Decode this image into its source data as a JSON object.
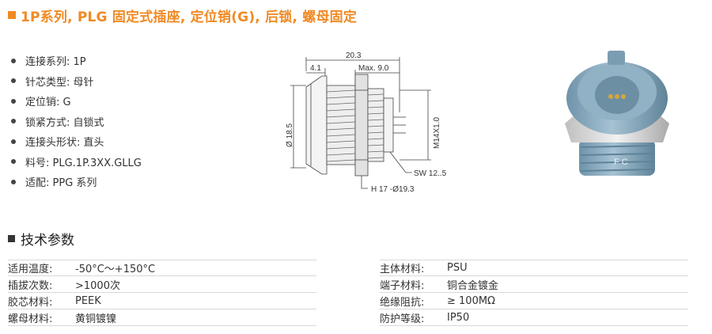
{
  "title": "1P系列, PLG 固定式插座, 定位销(G), 后锁, 螺母固定",
  "bullets": [
    "连接系列: 1P",
    "针芯类型: 母针",
    "定位销: G",
    "锁紧方式: 自锁式",
    "连接头形状: 直头",
    "料号: PLG.1P.3XX.GLLG",
    "适配: PPG 系列"
  ],
  "drawing": {
    "dim_total": "20.3",
    "dim_front": "4.1",
    "dim_max": "Max. 9.0",
    "dim_dia": "Ø 18.5",
    "dim_thread": "M14X1.0",
    "dim_sw": "SW 12..5",
    "dim_hex": "H 17 -Ø19.3"
  },
  "photo": {
    "marking": "F C"
  },
  "section_title": "技术参数",
  "specs_left": [
    {
      "label": "适用温度:",
      "value": "-50°C～+150°C"
    },
    {
      "label": "插拔次数:",
      "value": ">1000次"
    },
    {
      "label": "胶芯材料:",
      "value": "PEEK"
    },
    {
      "label": "螺母材料:",
      "value": "黄铜镀镍"
    }
  ],
  "specs_right": [
    {
      "label": "主体材料:",
      "value": "PSU"
    },
    {
      "label": "端子材料:",
      "value": "铜合金镀金"
    },
    {
      "label": "绝缘阻抗:",
      "value": "≥ 100MΩ"
    },
    {
      "label": "防护等级:",
      "value": "IP50"
    }
  ],
  "colors": {
    "accent": "#f08a23",
    "connector_blue": "#8fb1c6"
  }
}
